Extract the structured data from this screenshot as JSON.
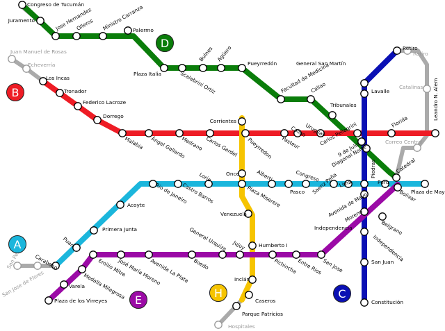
{
  "lines": [
    {
      "id": "A",
      "color": "#1bb6dc"
    },
    {
      "id": "B",
      "color": "#ee1c25"
    },
    {
      "id": "C",
      "color": "#0a10b4"
    },
    {
      "id": "D",
      "color": "#0a7d0a"
    },
    {
      "id": "E",
      "color": "#9b0aa6"
    },
    {
      "id": "H",
      "color": "#f6c400"
    }
  ],
  "future_color": "#aaaaaa",
  "stations": {
    "congreso_de_tucuman": "Congreso de Tucumán",
    "juramento": "Juramento",
    "jose_hernandez": "Jose Hernandez",
    "olleros": "Olleros",
    "ministro_carranza": "Ministro Carranza",
    "palermo": "Palermo",
    "plaza_italia": "Plaza Italia",
    "scalabrini_ortiz": "Scalabrini Ortiz",
    "bulnes": "Bulnes",
    "aguero": "Agüero",
    "pueyrredon_d": "Pueyrredón",
    "facultad_de_medicina": "Facultad de Medicina",
    "callao_d": "Callao",
    "tribunales": "Tribunales",
    "juan_manuel_de_rosas": "Juan Manuel de Rosas",
    "echeverria": "Echeverría",
    "los_incas": "Los Incas",
    "tronador": "Tronador",
    "federico_lacroze": "Federico Lacroze",
    "dorrego": "Dorrego",
    "malabia": "Malabia",
    "angel_gallardo": "Ángel Gallardo",
    "medrano": "Medrano",
    "carlos_gardel": "Carlos Gardel",
    "corrientes": "Corrientes",
    "pueyrredon_b": "Pueyrredon",
    "pasteur": "Pasteur",
    "callao_b": "Callao",
    "uruguay": "Uruguay",
    "carlos_pellegrini": "Carlos Pellegrini",
    "nueve_de_julio": "9 de Julio",
    "diagonal_norte": "Diagonal Norte",
    "florida": "Florida",
    "leandro_n_alem": "Leandro N. Alem",
    "general_san_martin": "General San Martín",
    "retiro_c": "Retiro",
    "retiro_future": "Retiro",
    "lavalle": "Lavalle",
    "catalinas": "Catalinas",
    "correo_central": "Correo Central",
    "catedral": "Catedral",
    "piedras": "Piedras",
    "peru": "Peru",
    "plaza_de_mayo": "Plaza de Mayo",
    "bolivar": "Bolivar",
    "belgrano": "Belgrano",
    "independencia_c": "Independencia",
    "independencia_e": "Independencia",
    "san_juan": "San Juan",
    "constitucion": "Constitución",
    "lima": "Lima",
    "saenz_pena": "Saenz Peña",
    "avenida_de_mayo": "Avenida de Mayo",
    "moreno": "Moreno",
    "congreso": "Congreso",
    "pasco": "Pasco",
    "alberti": "Alberti",
    "once": "Once",
    "plaza_miserere": "Plaza Miserere",
    "loria": "Loria",
    "castro_barros": "Castro Barros",
    "rio_de_janeiro": "Rio de Janeiro",
    "acoyte": "Acoyte",
    "primera_junta": "Primera Junta",
    "puan": "Puan",
    "carabobo": "Carabobo",
    "san_pedrito": "San Pedrito",
    "san_jose_de_flores": "San Jose de Flores",
    "venezuela": "Venezuela",
    "humberto_i": "Humberto I",
    "inclan": "Inclán",
    "caseros": "Caseros",
    "parque_patricios": "Parque Patricios",
    "hospitales": "Hospitales",
    "jujuy": "Jujuy",
    "general_urquiza": "General Urquiza",
    "boedo": "Boedo",
    "avenida_la_plata": "Avenida La Plata",
    "jose_maria_moreno": "José María Moreno",
    "emilio_mitre": "Emilio Mitre",
    "medalla_milagrosa": "Medalla Milagrosa",
    "varela": "Varela",
    "plaza_de_los_virreyes": "Plaza de los Virreyes",
    "pichincha": "Pichincha",
    "entre_rios": "Entre Rios",
    "san_jose": "San Jose"
  }
}
